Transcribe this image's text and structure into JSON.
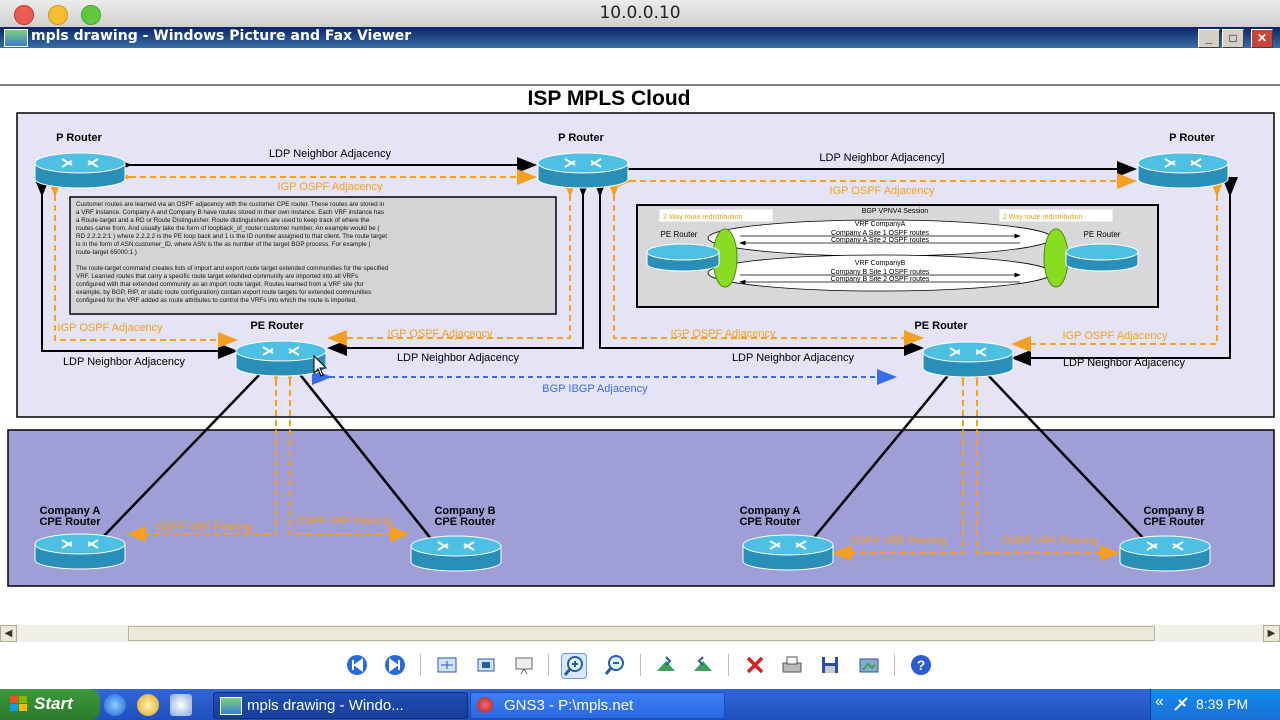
{
  "mac_window": {
    "title": "10.0.0.10"
  },
  "viewer_window": {
    "title": "mpls drawing - Windows Picture and Fax Viewer",
    "controls": {
      "minimize": "_",
      "maximize": "□",
      "close": "✕"
    }
  },
  "diagram": {
    "title": "ISP MPLS Cloud",
    "routers": {
      "p_left": "P Router",
      "p_center": "P Router",
      "p_right": "P Router",
      "pe_left": "PE Router",
      "pe_right": "PE Router",
      "pe_inner_left": "PE Router",
      "pe_inner_right": "PE Router",
      "cpe_a_left": "Company A\nCPE Router",
      "cpe_b_left": "Company B\nCPE Router",
      "cpe_a_right": "Company A\nCPE Router",
      "cpe_b_right": "Company B\nCPE Router"
    },
    "labels": {
      "ldp_top_left": "LDP Neighbor Adjacency",
      "igp_top_left": "IGP OSPF Adjacency",
      "ldp_top_right": "LDP Neighbor Adjacency]",
      "igp_top_right": "IGP OSPF Adjacency",
      "igp_pe_left_outer": "IGP OSPF Adjacency",
      "igp_pe_left_inner": "IGP OSPF Adjacency",
      "igp_pe_right_inner": "IGP OSPF Adjacency",
      "igp_pe_right_outer": "IGP OSPF Adjacency",
      "ldp_pe_left_outer": "LDP Neighbor Adjacency",
      "ldp_pe_left_inner": "LDP Neighbor Adjacency",
      "ldp_pe_right_inner": "LDP Neighbor Adjacency",
      "ldp_pe_right_outer": "LDP Neighbor Adjacency",
      "bgp": "BGP IBGP Adjacency",
      "ospf_peering_1": "OSPF VRF Peering",
      "ospf_peering_2": "OSPF VRF Peering",
      "ospf_peering_3": "OSPF VRF Peering",
      "ospf_peering_4": "OSPF VRF Peering"
    },
    "inner_box": {
      "session": "BGP VPNV4 Session",
      "redist_left": "2 Way route redistribution",
      "redist_right": "2 Way route redistribution",
      "vrf_a": "VRF CompanyA",
      "vrf_a_route1": "Company A Site 1 OSPF routes",
      "vrf_a_route2": "Company A Site 2 OSPF routes",
      "vrf_b": "VRF CompanyB",
      "vrf_b_route1": "Company B Site 1 OSPF routes",
      "vrf_b_route2": "Company B Site 2 OSPF routes"
    },
    "note_lines": [
      "Customer routes are learned via an OSPF adjacency with the customer CPE router. These routes are stored in",
      "a VRF instance. Company A and Company B have routes stored in their own instance. Each VRF instance has",
      "a Route-target and a RD or Route Distinguisher. Route distinguishers are used to keep track of where the",
      "routes came from. And usually take the form of loopback_of_router:customer number. An example would be (",
      "RD 2.2.2.2:1 ) where 2.2.2.2 is the PE loop back and 1 is the ID number assigned to that client. The route target",
      "is in the form of ASN:customer_ID, where ASN is the as number of the target BGP process. For example (",
      "route-target 65000:1 )",
      "",
      "The route-target command creates lists of import and export route target extended communities for the specified",
      "VRF. Learned routes that carry a specific route target extended community are imported into all VRFs",
      "configured with that extended community as an import route target. Routes learned from a VRF site (for",
      "example, by BGP, RIP, or static route configuration) contain export route targets for extended communities",
      "configured for the VRF added as route attributes to control the VRFs into which the route is imported."
    ]
  },
  "toolbar": {
    "buttons": [
      "previous-image",
      "next-image",
      "best-fit",
      "actual-size",
      "slideshow",
      "zoom-in",
      "zoom-out",
      "rotate-clockwise",
      "rotate-counterclockwise",
      "delete",
      "print",
      "copy-to",
      "open-for-editing",
      "help"
    ]
  },
  "taskbar": {
    "start_label": "Start",
    "tasks": [
      {
        "label": "mpls drawing - Windo...",
        "active": true
      },
      {
        "label": "GNS3 - P:\\mpls.net",
        "active": false
      }
    ],
    "tray_chevron": "«",
    "clock": "8:39 PM"
  },
  "colors": {
    "cloud_bg": "#e4e4f6",
    "customer_bg": "#a09ed6",
    "ldp_line": "#000000",
    "igp_line": "#f5a020",
    "bgp_line": "#3a6be8",
    "router_body": "#2aa0c8",
    "vrf_ellipse": "#88dd22",
    "xp_title": "#0a246a",
    "taskbar": "#245edb"
  }
}
